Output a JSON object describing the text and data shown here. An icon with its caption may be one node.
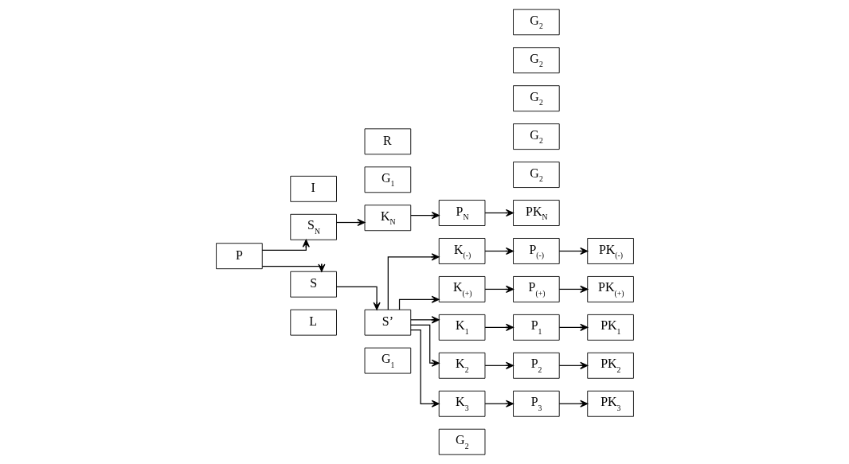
{
  "diagram": {
    "nodes": [
      {
        "text": [
          "L"
        ]
      },
      {
        "text": [
          "G$_{1}$"
        ]
      },
      {
        "text": [
          "G$_{2}$"
        ]
      },
      {
        "text": [
          "S$_{N}$"
        ]
      },
      {
        "text": [
          "K$_{N}$"
        ]
      },
      {
        "text": [
          "P$_{N}$"
        ]
      },
      {
        "text": [
          "PK$_{N}$"
        ]
      },
      {
        "text": [
          "G$_{2}$"
        ]
      },
      {
        "text": [
          "K$_{(-)}$"
        ]
      },
      {
        "text": [
          "P$_{(-)}$"
        ]
      },
      {
        "text": [
          "PK$_{(-)}$"
        ]
      },
      {
        "text": [
          "I"
        ]
      },
      {
        "text": [
          "G$_{1}$"
        ]
      },
      {
        "text": [
          "G$_{2}$"
        ]
      },
      {
        "text": [
          "P"
        ]
      },
      {
        "text": [
          "S"
        ]
      },
      {
        "text": [
          "S’"
        ]
      },
      {
        "text": [
          "K$_{(+)}$"
        ]
      },
      {
        "text": [
          "P$_{(+)}$"
        ]
      },
      {
        "text": [
          "PK$_{(+)}$"
        ]
      },
      {
        "text": [
          "R"
        ]
      },
      {
        "text": [
          "G$_{2}$"
        ]
      },
      {
        "text": [
          "K$_{1}$"
        ]
      },
      {
        "text": [
          "P$_{1}$"
        ]
      },
      {
        "text": [
          "PK$_{1}$"
        ]
      },
      {
        "text": [
          "G$_{2}$"
        ]
      },
      {
        "text": [
          "K$_{2}$"
        ]
      },
      {
        "text": [
          "P$_{2}$"
        ]
      },
      {
        "text": [
          "PK$_{2}$"
        ]
      },
      {
        "text": [
          "G$_{2}$"
        ]
      },
      {
        "text": [
          "K$_{3}$"
        ]
      },
      {
        "text": [
          "P$_{3}$"
        ]
      },
      {
        "text": [
          "PK$_{3}$"
        ]
      }
    ],
    "edges": [
      {
        "from": 14,
        "to": 3,
        "arrow": "to"
      },
      {
        "from": 3,
        "to": 4,
        "arrow": "to"
      },
      {
        "from": 4,
        "to": 5,
        "arrow": "to"
      },
      {
        "from": 5,
        "to": 6,
        "arrow": "to"
      },
      {
        "from": 14,
        "to": 15,
        "arrow": "to"
      },
      {
        "from": 15,
        "to": 16,
        "arrow": "to"
      },
      {
        "from": 16,
        "to": 8,
        "arrow": "to"
      },
      {
        "from": 16,
        "to": 17,
        "arrow": "to"
      },
      {
        "from": 16,
        "to": 22,
        "arrow": "to"
      },
      {
        "from": 16,
        "to": 26,
        "arrow": "to"
      },
      {
        "from": 16,
        "to": 30,
        "arrow": "to"
      },
      {
        "from": 8,
        "to": 9,
        "arrow": "to"
      },
      {
        "from": 9,
        "to": 10,
        "arrow": "to"
      },
      {
        "from": 17,
        "to": 18,
        "arrow": "to"
      },
      {
        "from": 18,
        "to": 19,
        "arrow": "to"
      },
      {
        "from": 22,
        "to": 23,
        "arrow": "to"
      },
      {
        "from": 23,
        "to": 24,
        "arrow": "to"
      },
      {
        "from": 26,
        "to": 27,
        "arrow": "to"
      },
      {
        "from": 27,
        "to": 28,
        "arrow": "to"
      },
      {
        "from": 30,
        "to": 31,
        "arrow": "to"
      },
      {
        "from": 31,
        "to": 32,
        "arrow": "to"
      }
    ]
  }
}
